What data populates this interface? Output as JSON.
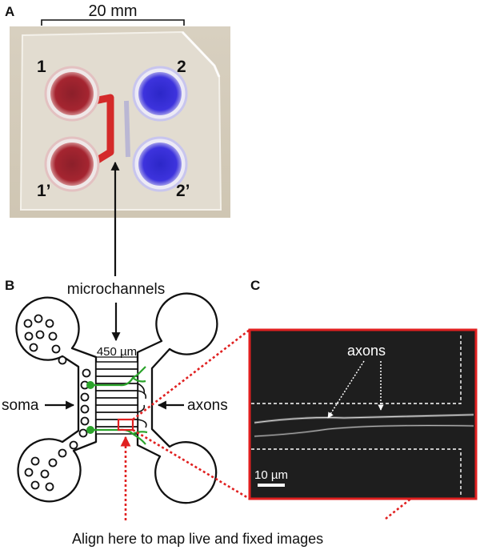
{
  "panels": {
    "a": {
      "letter": "A",
      "scale_label": "20 mm",
      "wells": {
        "top_left": "1",
        "top_right": "2",
        "bottom_left": "1’",
        "bottom_right": "2’"
      },
      "colors": {
        "red_well": "#b3222b",
        "blue_well": "#3b2fd6",
        "photo_bg": "#d4cbba"
      }
    },
    "b": {
      "letter": "B",
      "microchannels_label": "microchannels",
      "scale_label": "450 µm",
      "soma_label": "soma",
      "axons_label": "axons",
      "align_label": "Align here to map live and fixed images",
      "colors": {
        "neuron": "#2aa32a",
        "highlight_red": "#e02020"
      }
    },
    "c": {
      "letter": "C",
      "axons_label": "axons",
      "scale_label": "10 µm",
      "colors": {
        "frame": "#e02020",
        "micrograph_bg": "#1e1e1e"
      }
    }
  }
}
